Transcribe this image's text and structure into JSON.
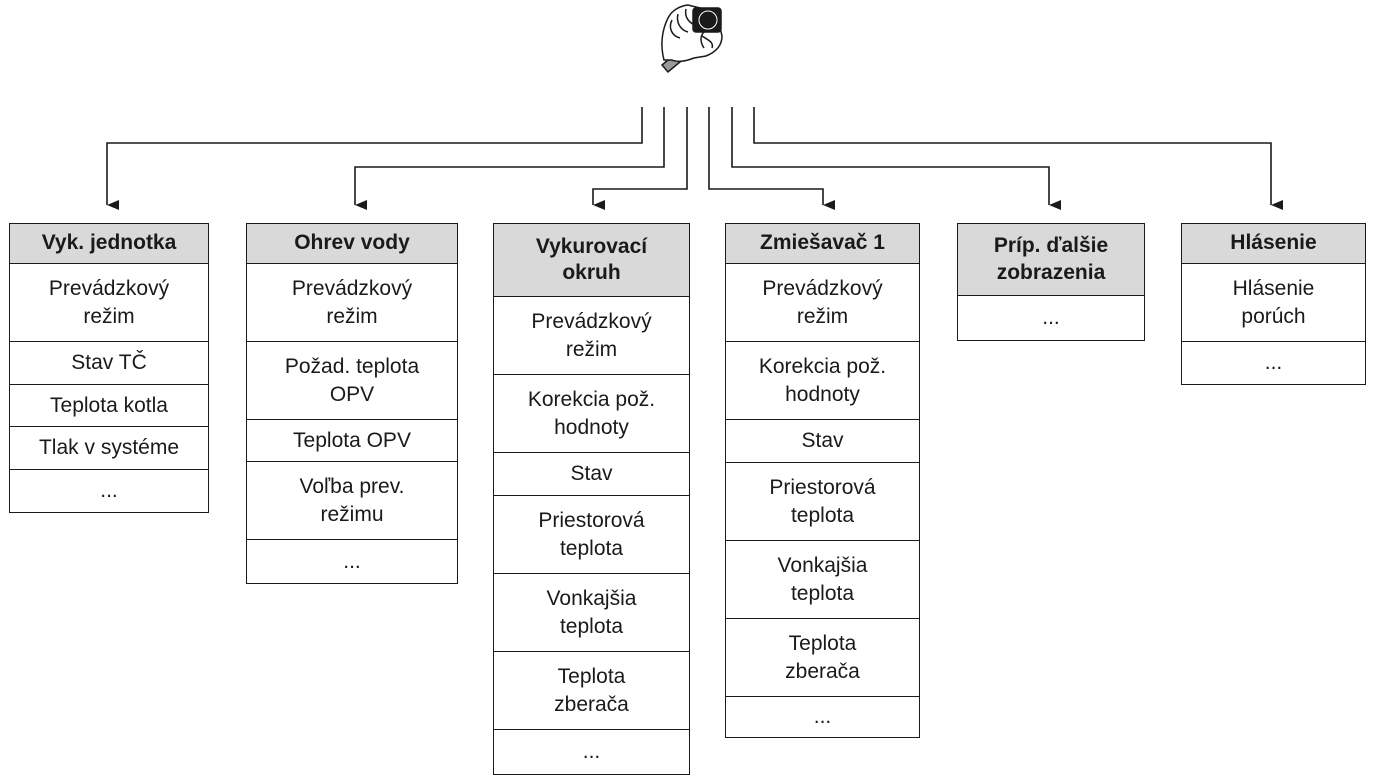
{
  "icon": "hand-turning-knob-icon",
  "menus": [
    {
      "title": "Vyk. jednotka",
      "items": [
        "Prevádzkový\nrežim",
        "Stav TČ",
        "Teplota kotla",
        "Tlak v systéme",
        "..."
      ]
    },
    {
      "title": "Ohrev vody",
      "items": [
        "Prevádzkový\nrežim",
        "Požad. teplota\nOPV",
        "Teplota  OPV",
        "Voľba prev.\nrežimu",
        "..."
      ]
    },
    {
      "title": "Vykurovací\nokruh",
      "items": [
        "Prevádzkový\nrežim",
        "Korekcia pož.\nhodnoty",
        "Stav",
        "Priestorová\nteplota",
        "Vonkajšia\nteplota",
        "Teplota\nzberača",
        "..."
      ]
    },
    {
      "title": "Zmiešavač 1",
      "items": [
        "Prevádzkový\nrežim",
        "Korekcia pož.\nhodnoty",
        "Stav",
        "Priestorová\nteplota",
        "Vonkajšia\nteplota",
        "Teplota\nzberača",
        "..."
      ]
    },
    {
      "title": "Príp. ďalšie\nzobrazenia",
      "items": [
        "..."
      ]
    },
    {
      "title": "Hlásenie",
      "items": [
        "Hlásenie\nporúch",
        "..."
      ]
    }
  ]
}
